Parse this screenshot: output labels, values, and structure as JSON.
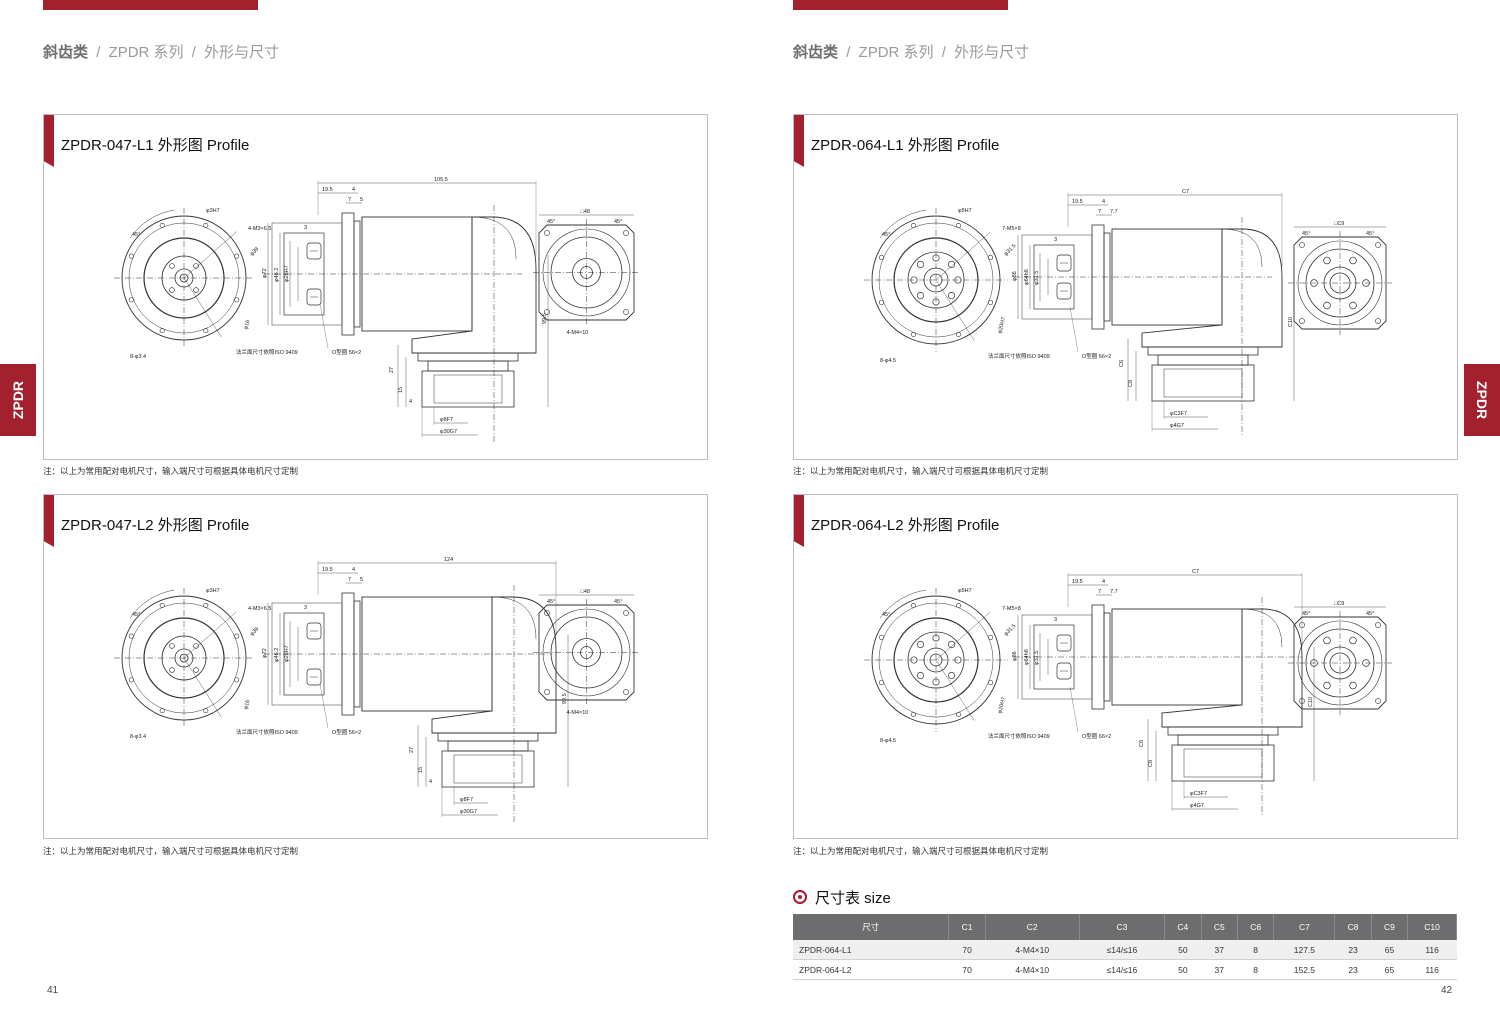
{
  "series_tag": "ZPDR",
  "note_text": "注：以上为常用配对电机尺寸，输入端尺寸可根据具体电机尺寸定制",
  "left_page": {
    "number": "41",
    "breadcrumb": {
      "cat": "斜齿类",
      "sep": "/",
      "series": "ZPDR 系列",
      "sub": "外形与尺寸"
    }
  },
  "right_page": {
    "number": "42",
    "breadcrumb": {
      "cat": "斜齿类",
      "sep": "/",
      "series": "ZPDR 系列",
      "sub": "外形与尺寸"
    }
  },
  "panels": [
    {
      "title": "ZPDR-047-L1 外形图 Profile",
      "labels": {
        "ov": "105.5",
        "d1": "19.5",
        "d2": "4",
        "d3": "7",
        "d4": "5",
        "d5": "3",
        "hv": "99.5",
        "sq": "□48",
        "holes": "4-M4×10",
        "bolt": "4-M3×6.5",
        "pcd": "φ39",
        "tol": "φ3H7",
        "shaft1": "φ8F7",
        "shaft2": "φ30G7",
        "h1": "27",
        "h2": "15",
        "d6": "4",
        "dia1": "φ72",
        "dia2": "φ46.2",
        "dia3": "φ28H7",
        "dia4": "φ16",
        "flange_note": "法兰面尺寸依照ISO 9409",
        "oring": "O型圈 56×2",
        "bh": "8-φ3.4",
        "ang1": "45°",
        "ang2": "45°"
      }
    },
    {
      "title": "ZPDR-064-L1 外形图 Profile",
      "labels": {
        "ov": "C7",
        "d1": "19.5",
        "d2": "4",
        "d3": "7",
        "d4": "7.7",
        "d5": "3",
        "hv": "C10",
        "sq": "□C9",
        "holes": "",
        "bolt": "7-M5×8",
        "pcd": "φ31.5",
        "tol": "φ5H7",
        "shaft1": "φC3F7",
        "shaft2": "φ4G7",
        "h1": "C6",
        "h2": "C8",
        "d6": "",
        "dia1": "φ86",
        "dia2": "φ64h6",
        "dia3": "φ31.5",
        "dia4": "φ20H7",
        "flange_note": "法兰面尺寸依照ISO 9409",
        "oring": "O型圈 66×2",
        "bh": "8-φ4.5",
        "ang1": "45°",
        "ang2": "45°"
      }
    },
    {
      "title": "ZPDR-047-L2 外形图 Profile",
      "labels": {
        "ov": "124",
        "d1": "19.5",
        "d2": "4",
        "d3": "7",
        "d4": "5",
        "d5": "3",
        "hv": "99.5",
        "sq": "□48",
        "holes": "4-M4×10",
        "bolt": "4-M3×6.5",
        "pcd": "φ39",
        "tol": "φ3H7",
        "shaft1": "φ8F7",
        "shaft2": "φ30G7",
        "h1": "27",
        "h2": "15",
        "d6": "4",
        "dia1": "φ72",
        "dia2": "φ46.2",
        "dia3": "φ28H7",
        "dia4": "φ16",
        "flange_note": "法兰面尺寸依照ISO 9409",
        "oring": "O型圈 56×2",
        "bh": "8-φ3.4",
        "ang1": "45°",
        "ang2": "45°"
      }
    },
    {
      "title": "ZPDR-064-L2 外形图 Profile",
      "labels": {
        "ov": "C7",
        "d1": "19.5",
        "d2": "4",
        "d3": "7",
        "d4": "7.7",
        "d5": "3",
        "hv": "C10",
        "sq": "□C9",
        "holes": "",
        "bolt": "7-M5×8",
        "pcd": "φ31.5",
        "tol": "φ5H7",
        "shaft1": "φC3F7",
        "shaft2": "φ4G7",
        "h1": "C6",
        "h2": "C8",
        "d6": "",
        "dia1": "φ86",
        "dia2": "φ64h6",
        "dia3": "φ31.5",
        "dia4": "φ20H7",
        "flange_note": "法兰面尺寸依照ISO 9409",
        "oring": "O型圈 66×2",
        "bh": "8-φ4.5",
        "ang1": "45°",
        "ang2": "45°"
      }
    }
  ],
  "size_table": {
    "heading": "尺寸表 size",
    "columns": [
      "尺寸",
      "C1",
      "C2",
      "C3",
      "C4",
      "C5",
      "C6",
      "C7",
      "C8",
      "C9",
      "C10"
    ],
    "rows": [
      [
        "ZPDR-064-L1",
        "70",
        "4-M4×10",
        "≤14/≤16",
        "50",
        "37",
        "8",
        "127.5",
        "23",
        "65",
        "116"
      ],
      [
        "ZPDR-064-L2",
        "70",
        "4-M4×10",
        "≤14/≤16",
        "50",
        "37",
        "8",
        "152.5",
        "23",
        "65",
        "116"
      ]
    ]
  },
  "colors": {
    "accent": "#a3202e",
    "table_header": "#6d6d6f",
    "line": "#333333"
  }
}
